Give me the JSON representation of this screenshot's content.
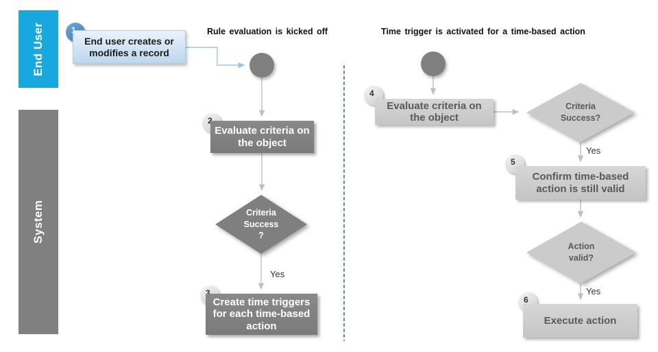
{
  "colors": {
    "lane_end_user": "#19A7E0",
    "lane_system": "#808080",
    "dark_node": "#7F7F7F",
    "light_node": "#C9C9C9",
    "record_box": "#BDD7EE",
    "badge_blue": "#4A8ABE",
    "badge_gray": "#DCDCDC",
    "connector_blue": "#9DC3E6",
    "connector_gray": "#BFBFBF",
    "divider": "#17546E"
  },
  "lanes": [
    {
      "label": "End User"
    },
    {
      "label": "System"
    }
  ],
  "flows": {
    "left": {
      "title": "Rule evaluation is kicked off",
      "yes": "Yes",
      "steps": {
        "create_record": {
          "badge": "1",
          "label": "End user creates or modifies a record"
        },
        "evaluate_criteria": {
          "badge": "2",
          "label": "Evaluate criteria on the object"
        },
        "criteria_success": {
          "label": "Criteria\nSuccess\n?"
        },
        "create_triggers": {
          "badge": "3",
          "label": "Create time triggers for each time-based action"
        }
      }
    },
    "right": {
      "title": "Time trigger is activated for a time-based action",
      "yes1": "Yes",
      "yes2": "Yes",
      "steps": {
        "evaluate_criteria": {
          "badge": "4",
          "label": "Evaluate criteria on the object"
        },
        "criteria_success": {
          "label": "Criteria\nSuccess?"
        },
        "confirm_valid": {
          "badge": "5",
          "label": "Confirm time-based action is still valid"
        },
        "action_valid": {
          "label": "Action\nvalid?"
        },
        "execute": {
          "badge": "6",
          "label": "Execute action"
        }
      }
    }
  }
}
